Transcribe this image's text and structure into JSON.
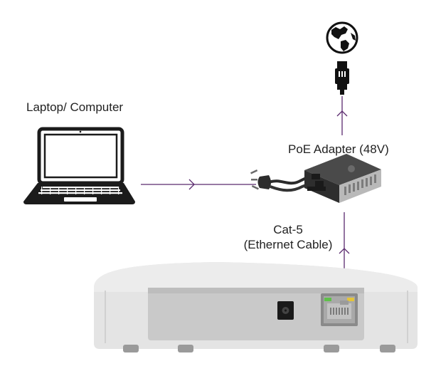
{
  "labels": {
    "laptop": "Laptop/ Computer",
    "poe_adapter": "PoE Adapter (48V)",
    "cable_line1": "Cat-5",
    "cable_line2": "(Ethernet Cable)"
  },
  "colors": {
    "connector_line": "#5a2a6e",
    "device_body": "#e4e4e4",
    "device_panel": "#c9c9c9",
    "adapter_body": "#3a3a3a",
    "laptop_outline": "#1b1b1b"
  },
  "icons": [
    "globe-icon",
    "ethernet-plug-icon",
    "laptop-icon",
    "power-plug-icon",
    "poe-adapter-icon",
    "access-point-device",
    "dc-jack-icon",
    "rj45-port-icon"
  ]
}
